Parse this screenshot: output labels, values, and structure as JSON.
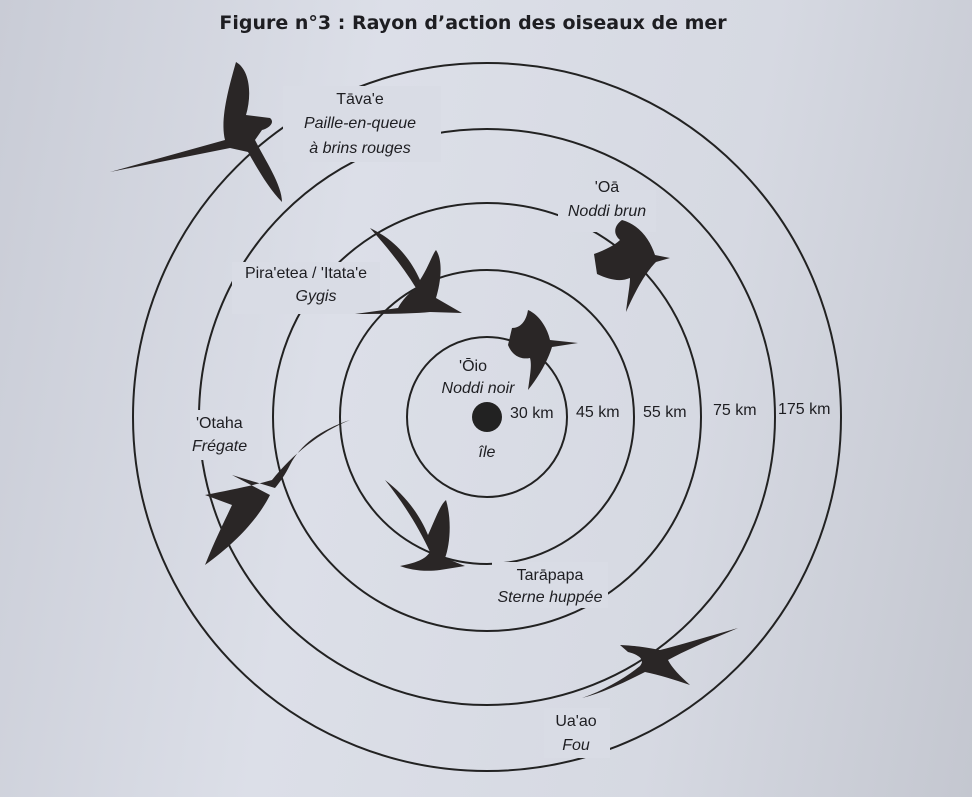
{
  "title": "Figure n°3 : Rayon d’action des oiseaux de mer",
  "center": {
    "label": "île"
  },
  "rings": [
    {
      "distance_label": "30 km",
      "distance_km": 30
    },
    {
      "distance_label": "45 km",
      "distance_km": 45
    },
    {
      "distance_label": "55 km",
      "distance_km": 55
    },
    {
      "distance_label": "75 km",
      "distance_km": 75
    },
    {
      "distance_label": "175 km",
      "distance_km": 175
    }
  ],
  "birds": {
    "tavae": {
      "name": "Tāva'e",
      "common_1": "Paille-en-queue",
      "common_2": "à brins rouges"
    },
    "oa": {
      "name": "'Oā",
      "common": "Noddi brun"
    },
    "piraetea": {
      "name": "Pira'etea / 'Itata'e",
      "common": "Gygis"
    },
    "oio": {
      "name": "'Ōio",
      "common": "Noddi noir"
    },
    "otaha": {
      "name": "'Otaha",
      "common": "Frégate"
    },
    "tarapapa": {
      "name": "Tarāpapa",
      "common": "Sterne huppée"
    },
    "uaao": {
      "name": "Ua'ao",
      "common": "Fou"
    }
  }
}
